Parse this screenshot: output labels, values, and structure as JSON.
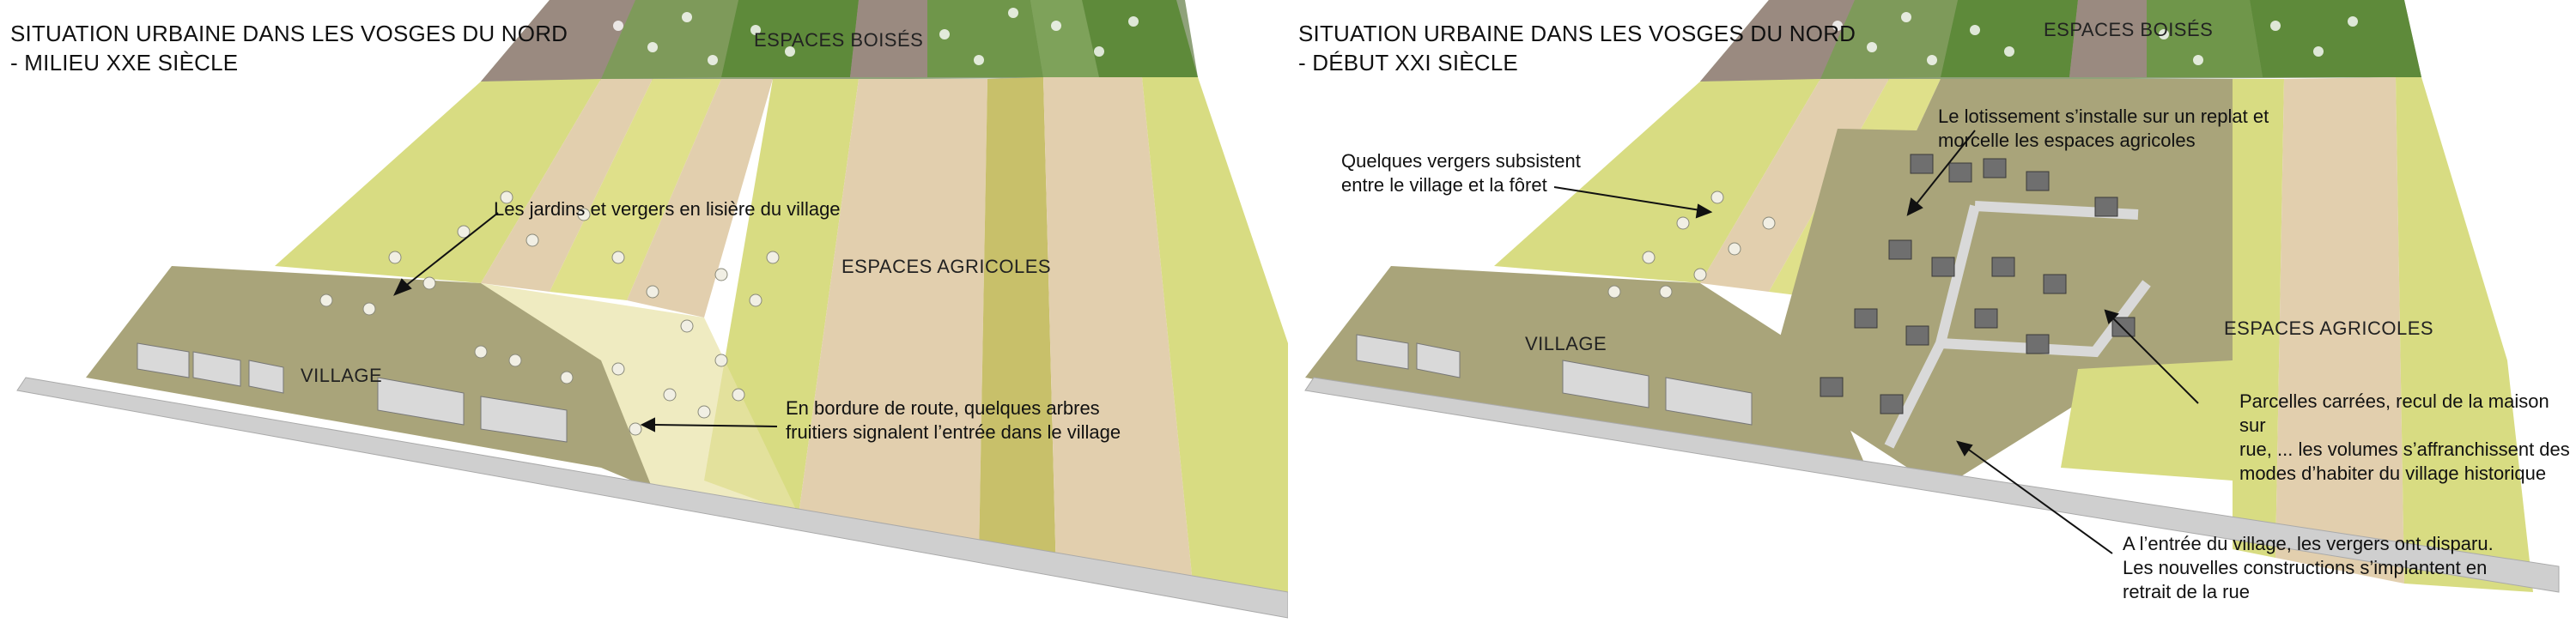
{
  "left": {
    "title": "SITUATION URBAINE DANS LES VOSGES DU NORD\n- MILIEU XXE SIÈCLE",
    "zones": {
      "forest": "ESPACES BOISÉS",
      "fields": "ESPACES AGRICOLES",
      "village": "VILLAGE"
    },
    "annotations": {
      "gardens": "Les jardins et vergers en lisière du village",
      "road_trees": "En bordure de route, quelques arbres\nfruitiers signalent l’entrée dans le village"
    }
  },
  "right": {
    "title": "SITUATION URBAINE DANS LES VOSGES DU NORD\n- DÉBUT XXI SIÈCLE",
    "zones": {
      "forest": "ESPACES BOISÉS",
      "fields": "ESPACES AGRICOLES",
      "village": "VILLAGE"
    },
    "annotations": {
      "orchards": "Quelques vergers subsistent\nentre le village et la fôret",
      "subdivision": "Le lotissement s’installe sur un replat et\nmorcelle les espaces agricoles",
      "plots": "Parcelles carrées, recul de la maison sur\nrue, ... les volumes s’affranchissent des\nmodes d’habiter du village historique",
      "entrance": "A l’entrée du village, les vergers ont disparu.\nLes nouvelles constructions s’implantent en\nretrait de la rue"
    }
  },
  "colors": {
    "forest_dark": "#5e8a3a",
    "forest_mid": "#7ea25a",
    "forest_brown": "#9a8a80",
    "field_yellow": "#d8dc82",
    "field_tan": "#e2cfae",
    "field_khaki": "#c8c06a",
    "village_ground": "#a9a47a",
    "road": "#cfcfcf"
  }
}
